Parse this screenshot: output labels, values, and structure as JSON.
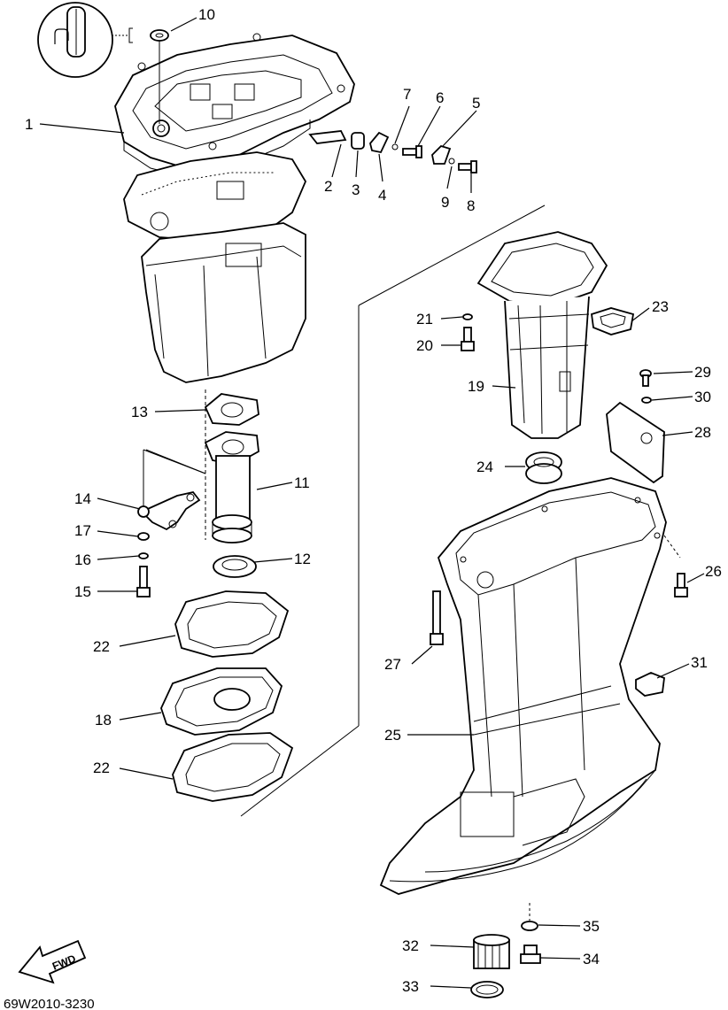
{
  "diagram": {
    "code": "69W2010-3230",
    "fwd_label": "FWD",
    "callouts": [
      "1",
      "2",
      "3",
      "4",
      "5",
      "6",
      "7",
      "8",
      "9",
      "10",
      "11",
      "12",
      "13",
      "14",
      "15",
      "16",
      "17",
      "18",
      "19",
      "20",
      "21",
      "22",
      "22",
      "23",
      "24",
      "25",
      "26",
      "27",
      "28",
      "29",
      "30",
      "31",
      "32",
      "33",
      "34",
      "35"
    ]
  }
}
